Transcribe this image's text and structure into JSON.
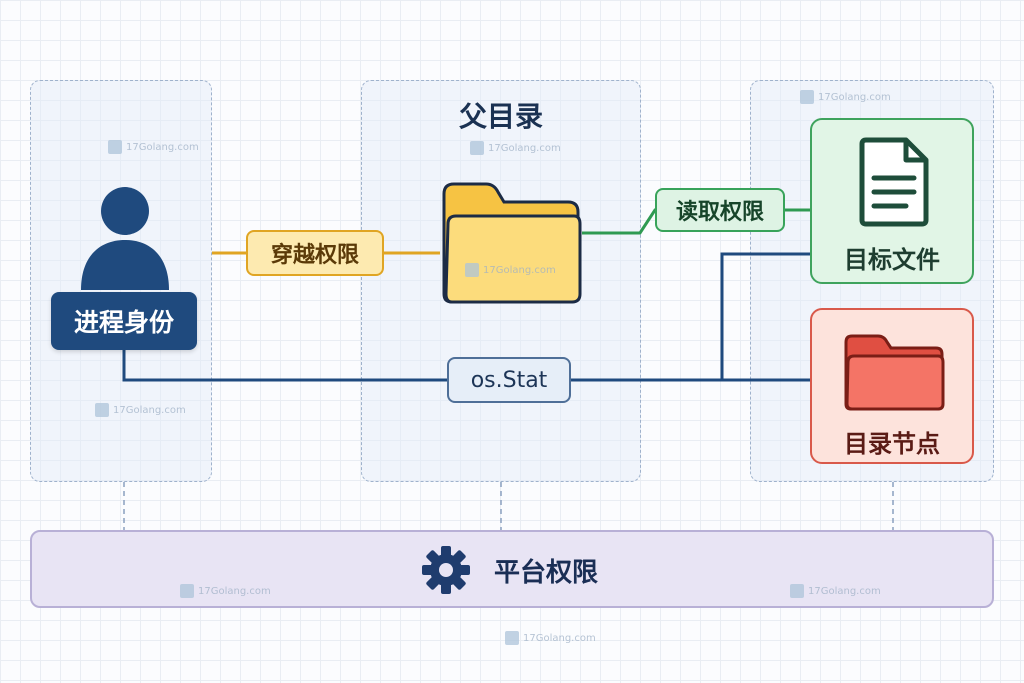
{
  "diagram": {
    "parent_dir_title": "父目录",
    "process_identity": "进程身份",
    "traverse_permission": "穿越权限",
    "read_permission": "读取权限",
    "stat_call": "os.Stat",
    "target_file": "目标文件",
    "dir_node": "目录节点",
    "platform_permission": "平台权限"
  },
  "watermark": "17Golang.com",
  "colors": {
    "identity": "#1f4a7e",
    "traverse": "#e0a523",
    "read": "#38a35a",
    "stat_line": "#1f4a7e",
    "folder": "#fbd45e",
    "dir_node": "#e86557",
    "platform": "#e8e4f4"
  },
  "icons": {
    "user": "user-icon",
    "folder": "folder-icon",
    "file": "file-icon",
    "red_folder": "folder-icon",
    "gear": "gear-icon"
  }
}
